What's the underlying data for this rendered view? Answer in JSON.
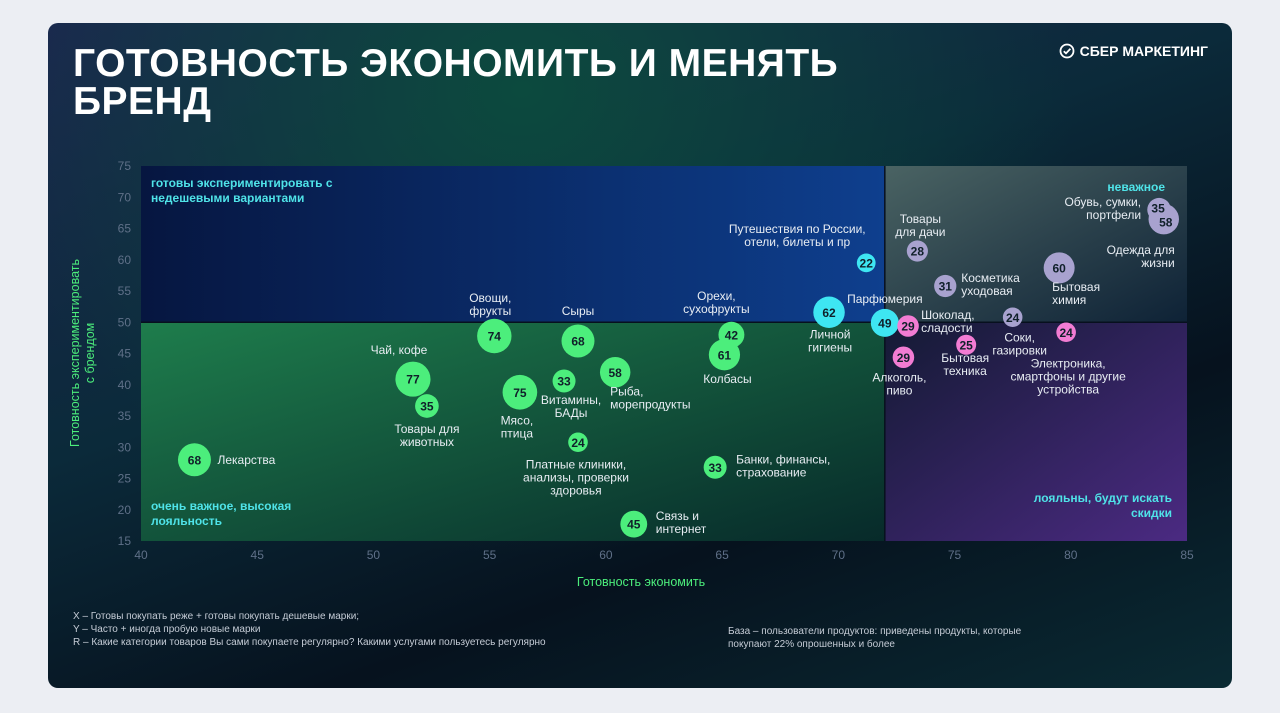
{
  "header": {
    "title_line1": "ГОТОВНОСТЬ ЭКОНОМИТЬ И МЕНЯТЬ",
    "title_line2": "БРЕНД",
    "logo_text": "СБЕР МАРКЕТИНГ"
  },
  "chart_data": {
    "type": "scatter",
    "xlabel": "Готовность экономить",
    "ylabel": [
      "Готовность экспериментировать",
      "с брендом"
    ],
    "xlim": [
      40,
      85
    ],
    "ylim": [
      15,
      75
    ],
    "xticks": [
      40,
      45,
      50,
      55,
      60,
      65,
      70,
      75,
      80,
      85
    ],
    "yticks": [
      15,
      20,
      25,
      30,
      35,
      40,
      45,
      50,
      55,
      60,
      65,
      70,
      75
    ],
    "dividers": {
      "x": 72,
      "y": 50
    },
    "quadrants": {
      "top_left": "готовы экспериментировать с\nнедешевыми вариантами",
      "top_right": "неважное",
      "bottom_left": "очень важное, высокая\nлояльность",
      "bottom_right": "лояльны, будут искать\nскидки"
    },
    "colors": {
      "green": "#4cee7c",
      "cyan": "#3ee6f2",
      "lavender": "#a8a2cf",
      "pink": "#f27cd3"
    },
    "points": [
      {
        "label": "Лекарства",
        "x": 42.3,
        "y": 28,
        "r": 68,
        "group": "green"
      },
      {
        "label": "Чай, кофе",
        "x": 51.7,
        "y": 40.9,
        "r": 77,
        "group": "green"
      },
      {
        "label": "Товары для\nживотных",
        "x": 52.3,
        "y": 36.6,
        "r": 35,
        "group": "green"
      },
      {
        "label": "Овощи,\nфрукты",
        "x": 55.2,
        "y": 47.8,
        "r": 74,
        "group": "green"
      },
      {
        "label": "Сыры",
        "x": 58.8,
        "y": 47,
        "r": 68,
        "group": "green"
      },
      {
        "label": "Мясо,\nптица",
        "x": 56.3,
        "y": 38.8,
        "r": 75,
        "group": "green"
      },
      {
        "label": "Витамины,\nБАДы",
        "x": 58.2,
        "y": 40.6,
        "r": 33,
        "group": "green"
      },
      {
        "label": "Рыба,\nморепродукты",
        "x": 60.4,
        "y": 42,
        "r": 58,
        "group": "green"
      },
      {
        "label": "Платные клиники,\nанализы, проверки\nздоровья",
        "x": 58.8,
        "y": 30.8,
        "r": 24,
        "group": "green"
      },
      {
        "label": "Связь и\nинтернет",
        "x": 61.2,
        "y": 17.7,
        "r": 45,
        "group": "green"
      },
      {
        "label": "Банки, финансы,\nстрахование",
        "x": 64.7,
        "y": 26.8,
        "r": 33,
        "group": "green"
      },
      {
        "label": "Орехи,\nсухофрукты",
        "x": 65.4,
        "y": 48,
        "r": 42,
        "group": "green"
      },
      {
        "label": "Колбасы",
        "x": 65.1,
        "y": 44.8,
        "r": 61,
        "group": "green"
      },
      {
        "label": "Личной\nгигиены",
        "x": 69.6,
        "y": 51.6,
        "r": 62,
        "group": "cyan"
      },
      {
        "label": "Путешествия по России,\nотели, билеты и пр",
        "x": 71.2,
        "y": 59.5,
        "r": 22,
        "group": "cyan"
      },
      {
        "label": "Парфюмерия",
        "x": 72,
        "y": 49.9,
        "r": 49,
        "group": "cyan"
      },
      {
        "label": "Шоколад,\nсладости",
        "x": 73,
        "y": 49.4,
        "r": 29,
        "group": "pink"
      },
      {
        "label": "Алкоголь,\nпиво",
        "x": 72.8,
        "y": 44.4,
        "r": 29,
        "group": "pink"
      },
      {
        "label": "Товары\nдля дачи",
        "x": 73.4,
        "y": 61.4,
        "r": 28,
        "group": "lavender"
      },
      {
        "label": "Косметика\nуходовая",
        "x": 74.6,
        "y": 55.8,
        "r": 31,
        "group": "lavender"
      },
      {
        "label": "Бытовая\nтехника",
        "x": 75.5,
        "y": 46.4,
        "r": 25,
        "group": "pink"
      },
      {
        "label": "Соки,\nгазировки",
        "x": 77.5,
        "y": 50.8,
        "r": 24,
        "group": "lavender"
      },
      {
        "label": "Бытовая\nхимия",
        "x": 79.5,
        "y": 58.7,
        "r": 60,
        "group": "lavender"
      },
      {
        "label": "Электроника,\nсмартфоны и другие\nустройства",
        "x": 79.8,
        "y": 48.4,
        "r": 24,
        "group": "pink"
      },
      {
        "label": "Обувь, сумки,\nпортфели",
        "x": 83.8,
        "y": 68,
        "r": 35,
        "group": "lavender"
      },
      {
        "label": "Одежда для\nжизни",
        "x": 84,
        "y": 66.5,
        "r": 58,
        "group": "lavender"
      }
    ]
  },
  "footnotes": {
    "x_def": "X – Готовы покупать реже + готовы покупать дешевые марки;",
    "y_def": "Y – Часто + иногда пробую новые марки",
    "r_def": "R – Какие категории товаров Вы сами покупаете регулярно? Какими услугами пользуетесь регулярно",
    "base_line1": "База – пользователи продуктов: приведены продукты, которые",
    "base_line2": "покупают 22% опрошенных и более"
  }
}
